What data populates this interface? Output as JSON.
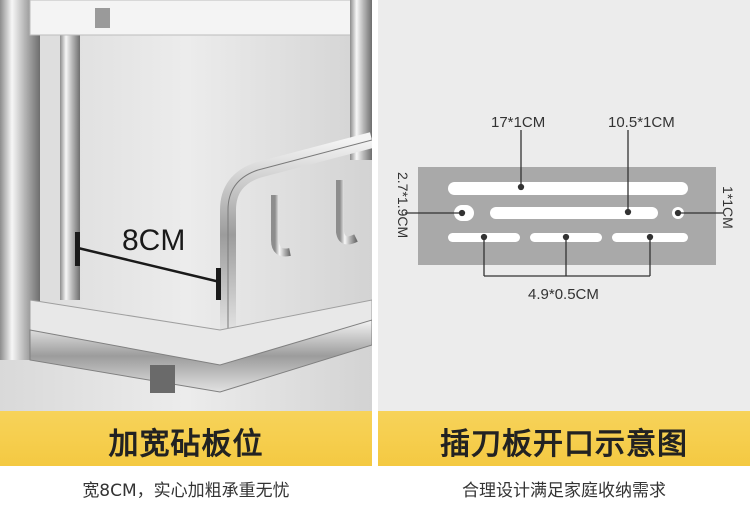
{
  "left_panel": {
    "measure_label": "8CM",
    "title": "加宽砧板位",
    "subtitle": "宽8CM，实心加粗承重无忧",
    "accent": "#f2c12e"
  },
  "right_panel": {
    "dim_top_left": "17*1CM",
    "dim_top_right": "10.5*1CM",
    "dim_left": "2.7*1.9CM",
    "dim_right": "1*1CM",
    "dim_bottom": "4.9*0.5CM",
    "title": "插刀板开口示意图",
    "subtitle": "合理设计满足家庭收纳需求",
    "plate_color": "#a9a9a9",
    "background_color": "#ececec"
  }
}
